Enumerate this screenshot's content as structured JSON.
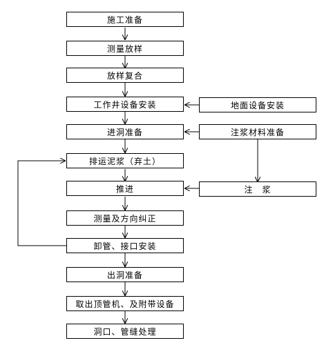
{
  "main_steps": [
    "施工准备",
    "测量放样",
    "放样复合",
    "工作井设备安装",
    "进洞准备",
    "排运泥浆（弃土）",
    "推进",
    "测量及方向纠正",
    "卸管、接口安装",
    "出洞准备",
    "取出顶管机、及附带设备",
    "洞口、管缝处理"
  ],
  "side_steps": [
    "地面设备安装",
    "注浆材料准备",
    "注　浆"
  ]
}
